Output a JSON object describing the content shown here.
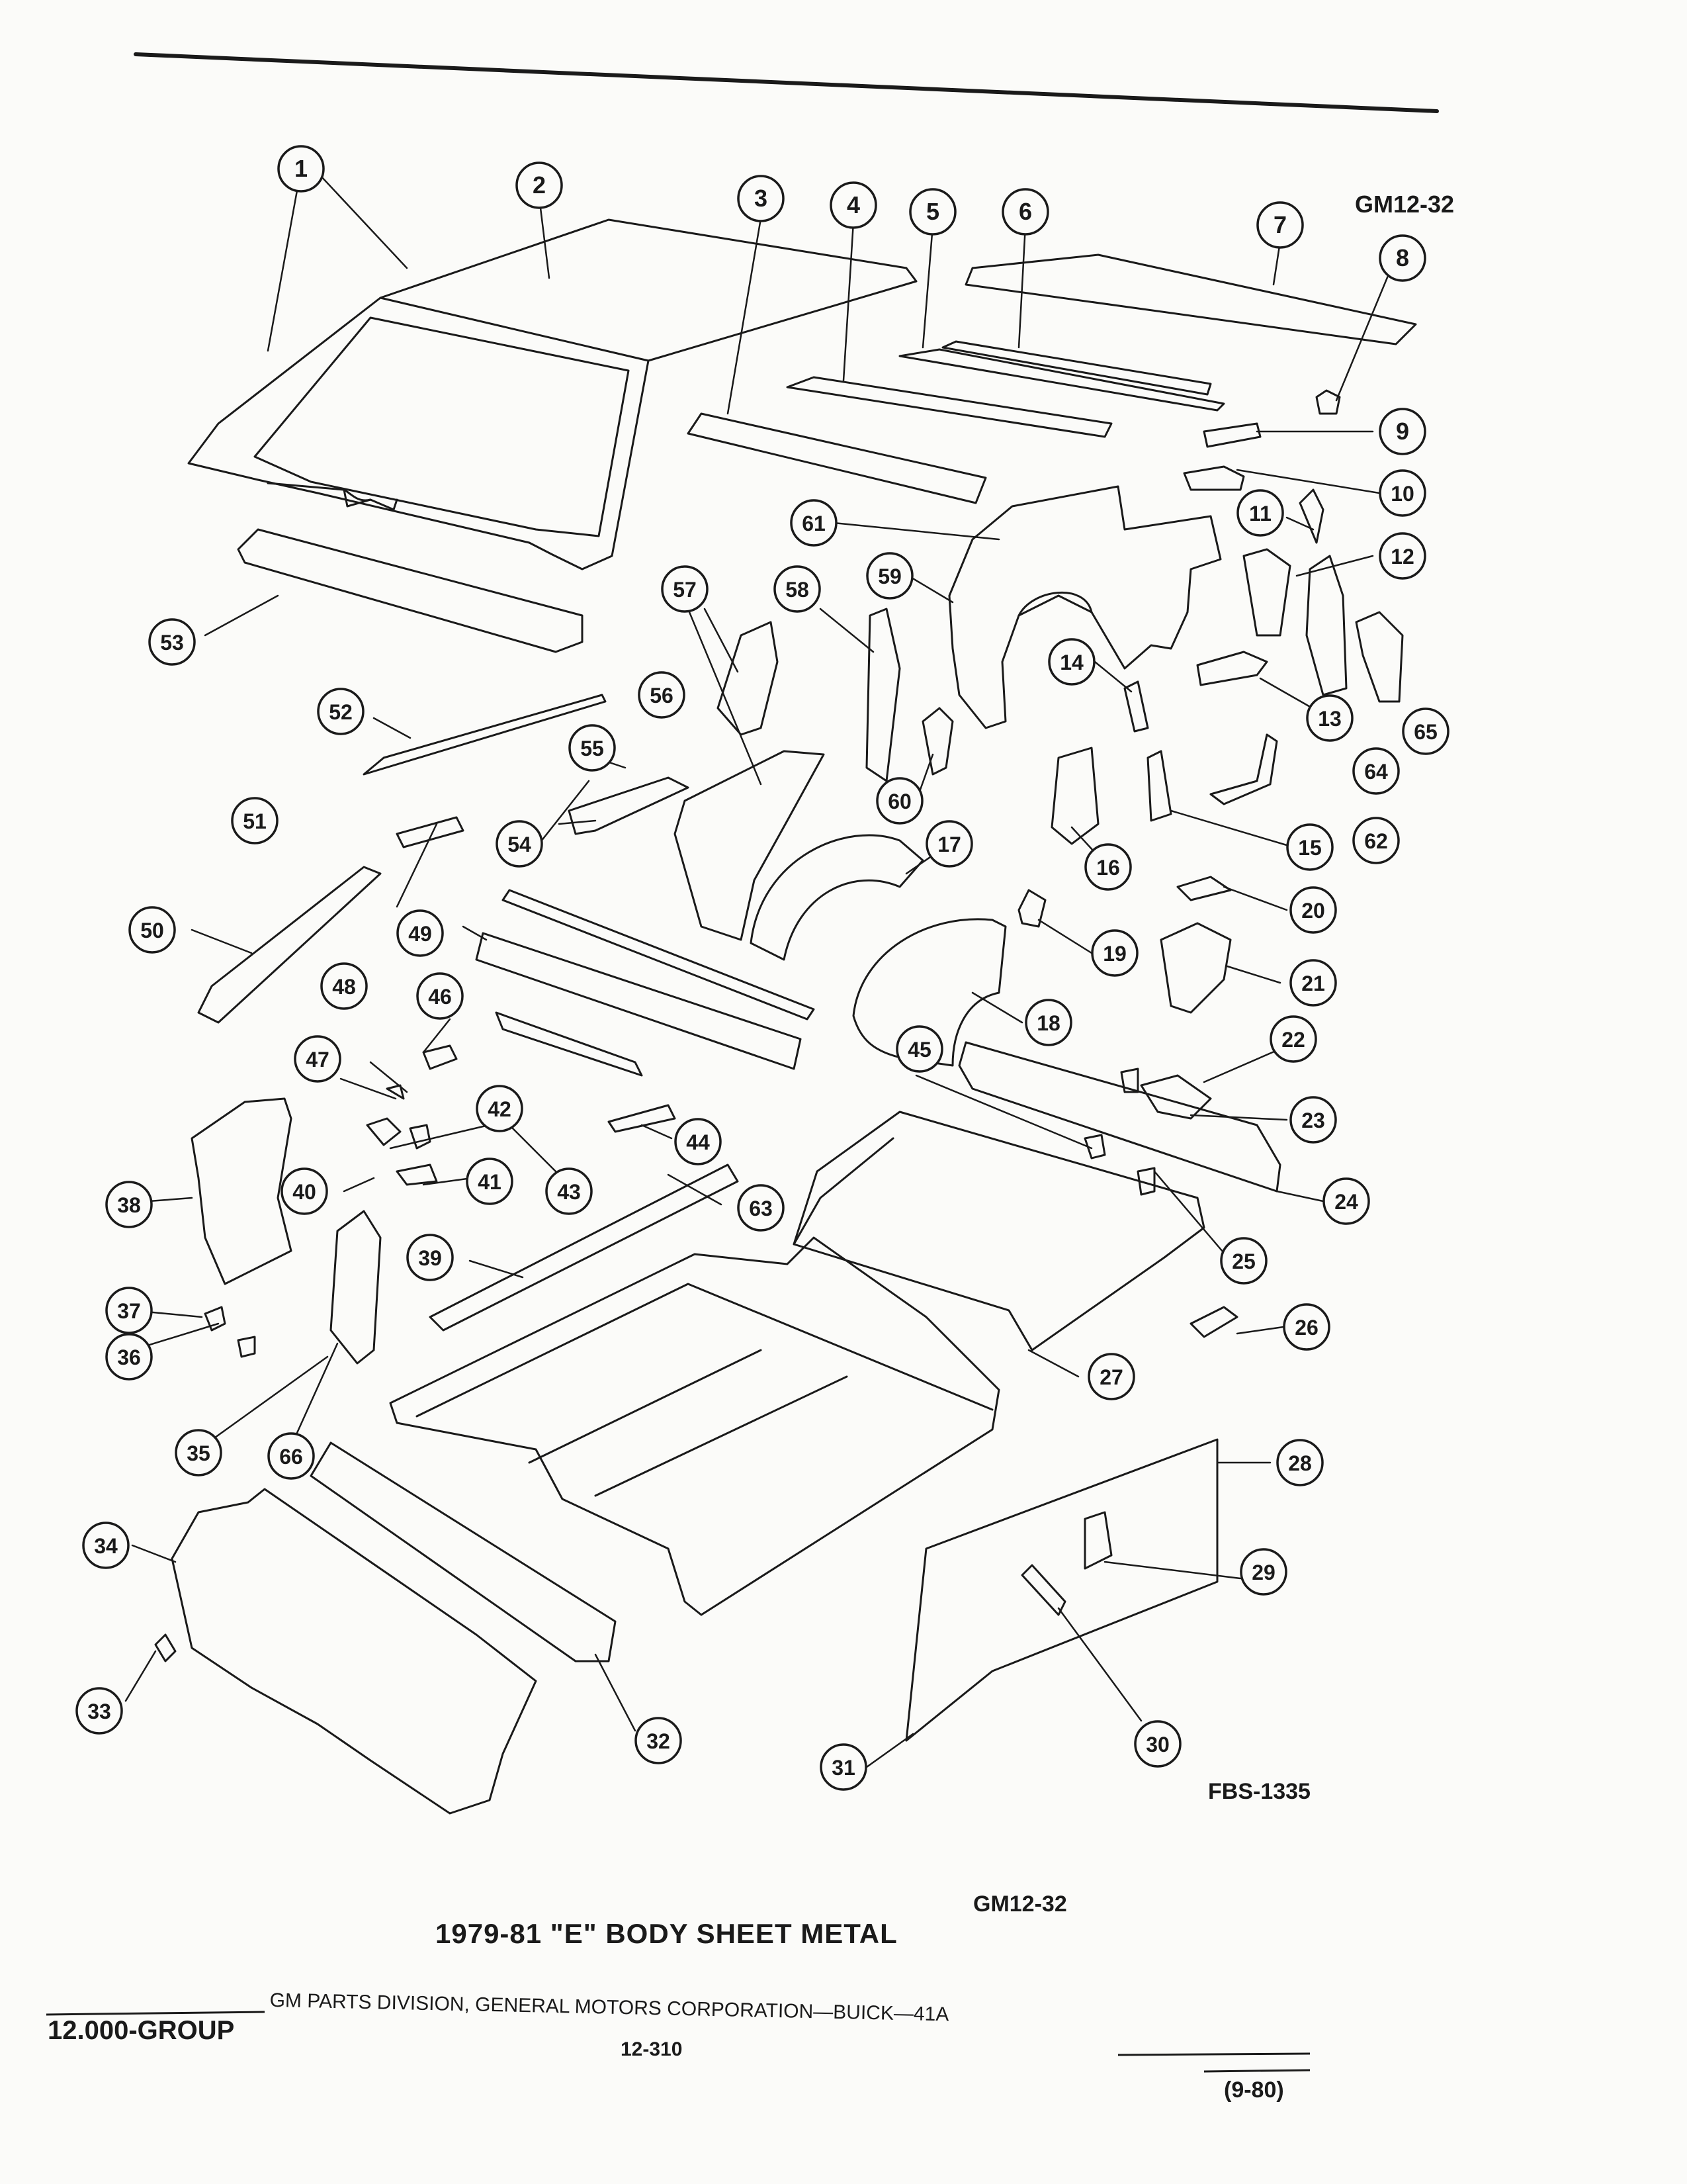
{
  "figure": {
    "code_top": "GM12-32",
    "drawing_number": "FBS-1335",
    "code_bottom": "GM12-32",
    "caption": "1979-81 \"E\" BODY SHEET METAL"
  },
  "footer": {
    "group": "12.000-GROUP",
    "publisher": "GM PARTS DIVISION, GENERAL MOTORS CORPORATION—BUICK—41A",
    "page_number": "12-310",
    "edition_date": "(9-80)"
  },
  "callouts": [
    "1",
    "2",
    "3",
    "4",
    "5",
    "6",
    "7",
    "8",
    "9",
    "10",
    "11",
    "12",
    "13",
    "14",
    "15",
    "16",
    "17",
    "18",
    "19",
    "20",
    "21",
    "22",
    "23",
    "24",
    "25",
    "26",
    "27",
    "28",
    "29",
    "30",
    "31",
    "32",
    "33",
    "34",
    "35",
    "36",
    "37",
    "38",
    "39",
    "40",
    "41",
    "42",
    "43",
    "44",
    "45",
    "46",
    "47",
    "48",
    "49",
    "50",
    "51",
    "52",
    "53",
    "54",
    "55",
    "56",
    "57",
    "58",
    "59",
    "60",
    "61",
    "62",
    "63",
    "64",
    "65",
    "66"
  ]
}
